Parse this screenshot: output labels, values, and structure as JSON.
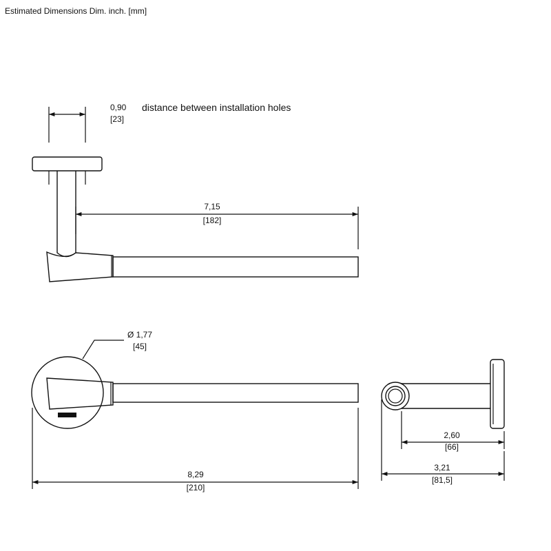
{
  "header": {
    "title": "Estimated Dimensions Dim. inch. [mm]"
  },
  "dimensions": {
    "hole_distance": {
      "inch": "0,90",
      "mm": "[23]"
    },
    "hole_distance_note": "distance between installation holes",
    "bar_length": {
      "inch": "7,15",
      "mm": "[182]"
    },
    "base_diameter": {
      "inch": "Ø 1,77",
      "mm": "[45]"
    },
    "overall_length": {
      "inch": "8,29",
      "mm": "[210]"
    },
    "projection_bar": {
      "inch": "2,60",
      "mm": "[66]"
    },
    "projection_total": {
      "inch": "3,21",
      "mm": "[81,5]"
    }
  },
  "colors": {
    "line": "#111111",
    "background": "#ffffff"
  }
}
